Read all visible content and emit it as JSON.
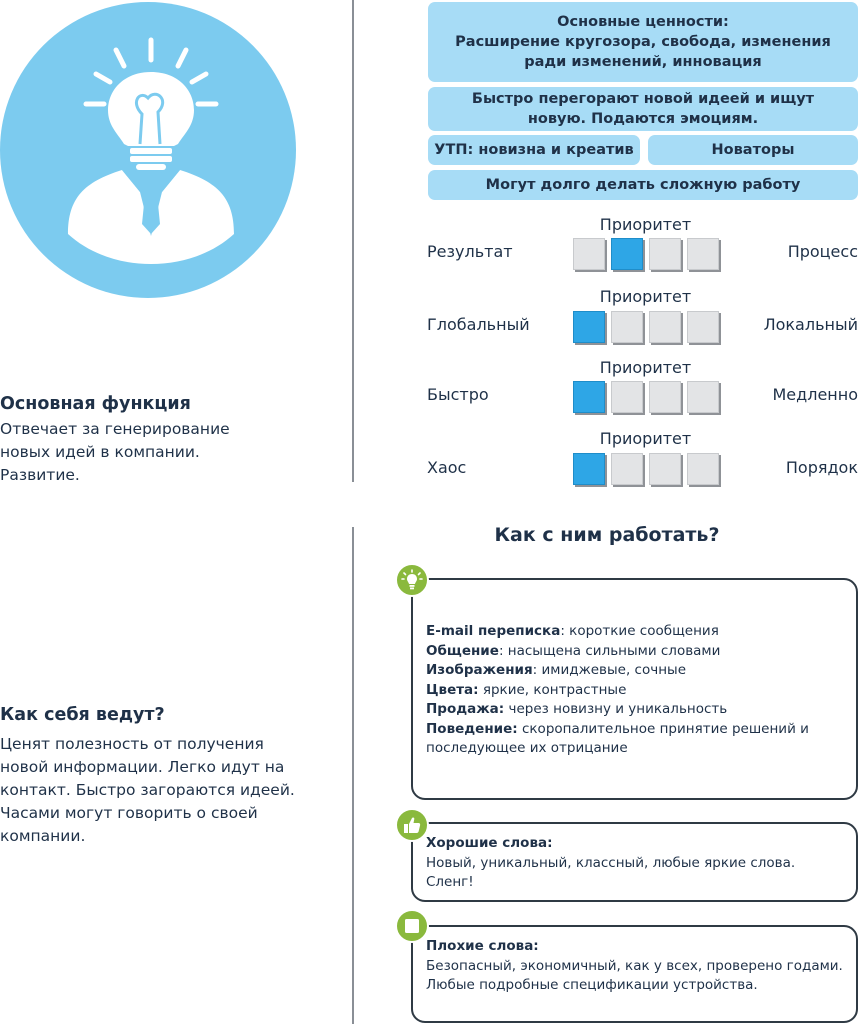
{
  "colors": {
    "avatar_bg": "#7ccbef",
    "box_bg": "#a7dcf6",
    "active_square": "#2ea6e6",
    "inactive_square": "#e3e4e6",
    "badge_green": "#8ab93d",
    "text": "#1f3148"
  },
  "icons": [
    "lightbulb-head-icon",
    "lightbulb-icon",
    "thumbs-up-icon",
    "square-icon"
  ],
  "main_function": {
    "title": "Основная функция",
    "lines": [
      "Отвечает за генерирование",
      "новых идей в компании.",
      "Развитие."
    ]
  },
  "behavior": {
    "title": "Как себя ведут?",
    "lines": [
      "Ценят полезность от получения",
      "новой информации. Легко идут на",
      "контакт. Быстро загораются идеей.",
      "Часами могут говорить о своей",
      "компании."
    ]
  },
  "boxes": {
    "values": [
      "Основные ценности:",
      "Расширение кругозора, свобода, изменения",
      "ради изменений, инновация"
    ],
    "burn": [
      "Быстро перегорают новой идеей и ищут",
      "новую. Подаются эмоциям."
    ],
    "usp": "УТП: новизна и креатив",
    "innovators": "Новаторы",
    "long_work": "Могут долго делать сложную работу"
  },
  "scales": [
    {
      "priority_label": "Приоритет",
      "left": "Результат",
      "right": "Процесс",
      "active_index": 1
    },
    {
      "priority_label": "Приоритет",
      "left": "Глобальный",
      "right": "Локальный",
      "active_index": 0
    },
    {
      "priority_label": "Приоритет",
      "left": "Быстро",
      "right": "Медленно",
      "active_index": 0
    },
    {
      "priority_label": "Приоритет",
      "left": "Хаос",
      "right": "Порядок",
      "active_index": 0
    }
  ],
  "how_to_work": {
    "title": "Как с ним работать?",
    "email_card": [
      {
        "label": "E-mail переписка",
        "sep": ": ",
        "text": "короткие сообщения"
      },
      {
        "label": "Общение",
        "sep": ": ",
        "text": "насыщена сильными словами"
      },
      {
        "label": "Изображения",
        "sep": ": ",
        "text": "имиджевые, сочные"
      },
      {
        "label": "Цвета:",
        "sep": " ",
        "text": "яркие, контрастные"
      },
      {
        "label": "Продажа:",
        "sep": " ",
        "text": "через новизну и уникальность"
      },
      {
        "label": "Поведение:",
        "sep": " ",
        "text": "скоропалительное принятие решений и"
      },
      {
        "label": "",
        "sep": "",
        "text": "последующее их отрицание"
      }
    ],
    "good_words": {
      "title": "Хорошие слова:",
      "lines": [
        "Новый, уникальный, классный, любые яркие слова.",
        "Сленг!"
      ]
    },
    "bad_words": {
      "title": "Плохие слова:",
      "lines": [
        "Безопасный, экономичный, как у всех, проверено годами.",
        "Любые подробные спецификации устройства."
      ]
    }
  }
}
